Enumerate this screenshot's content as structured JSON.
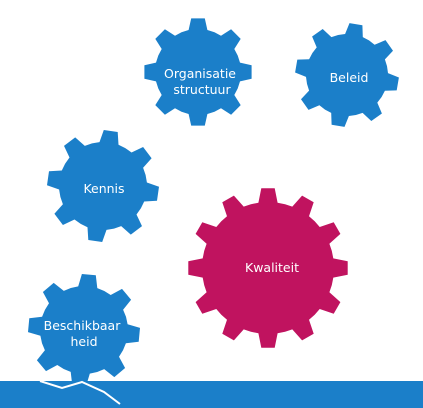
{
  "colors": {
    "gear_blue": "#1b7fc9",
    "gear_magenta": "#c0135f",
    "background": "#ffffff"
  },
  "gears": [
    {
      "id": "organisatiestructuur",
      "lines": [
        "Organisatie",
        "structuur"
      ],
      "color": "#1b7fc9"
    },
    {
      "id": "beleid",
      "lines": [
        "Beleid"
      ],
      "color": "#1b7fc9"
    },
    {
      "id": "kennis",
      "lines": [
        "Kennis"
      ],
      "color": "#1b7fc9"
    },
    {
      "id": "kwaliteit",
      "lines": [
        "Kwaliteit"
      ],
      "color": "#c0135f"
    },
    {
      "id": "beschikbaarheid",
      "lines": [
        "Beschikbaar",
        "heid"
      ],
      "color": "#1b7fc9"
    }
  ]
}
